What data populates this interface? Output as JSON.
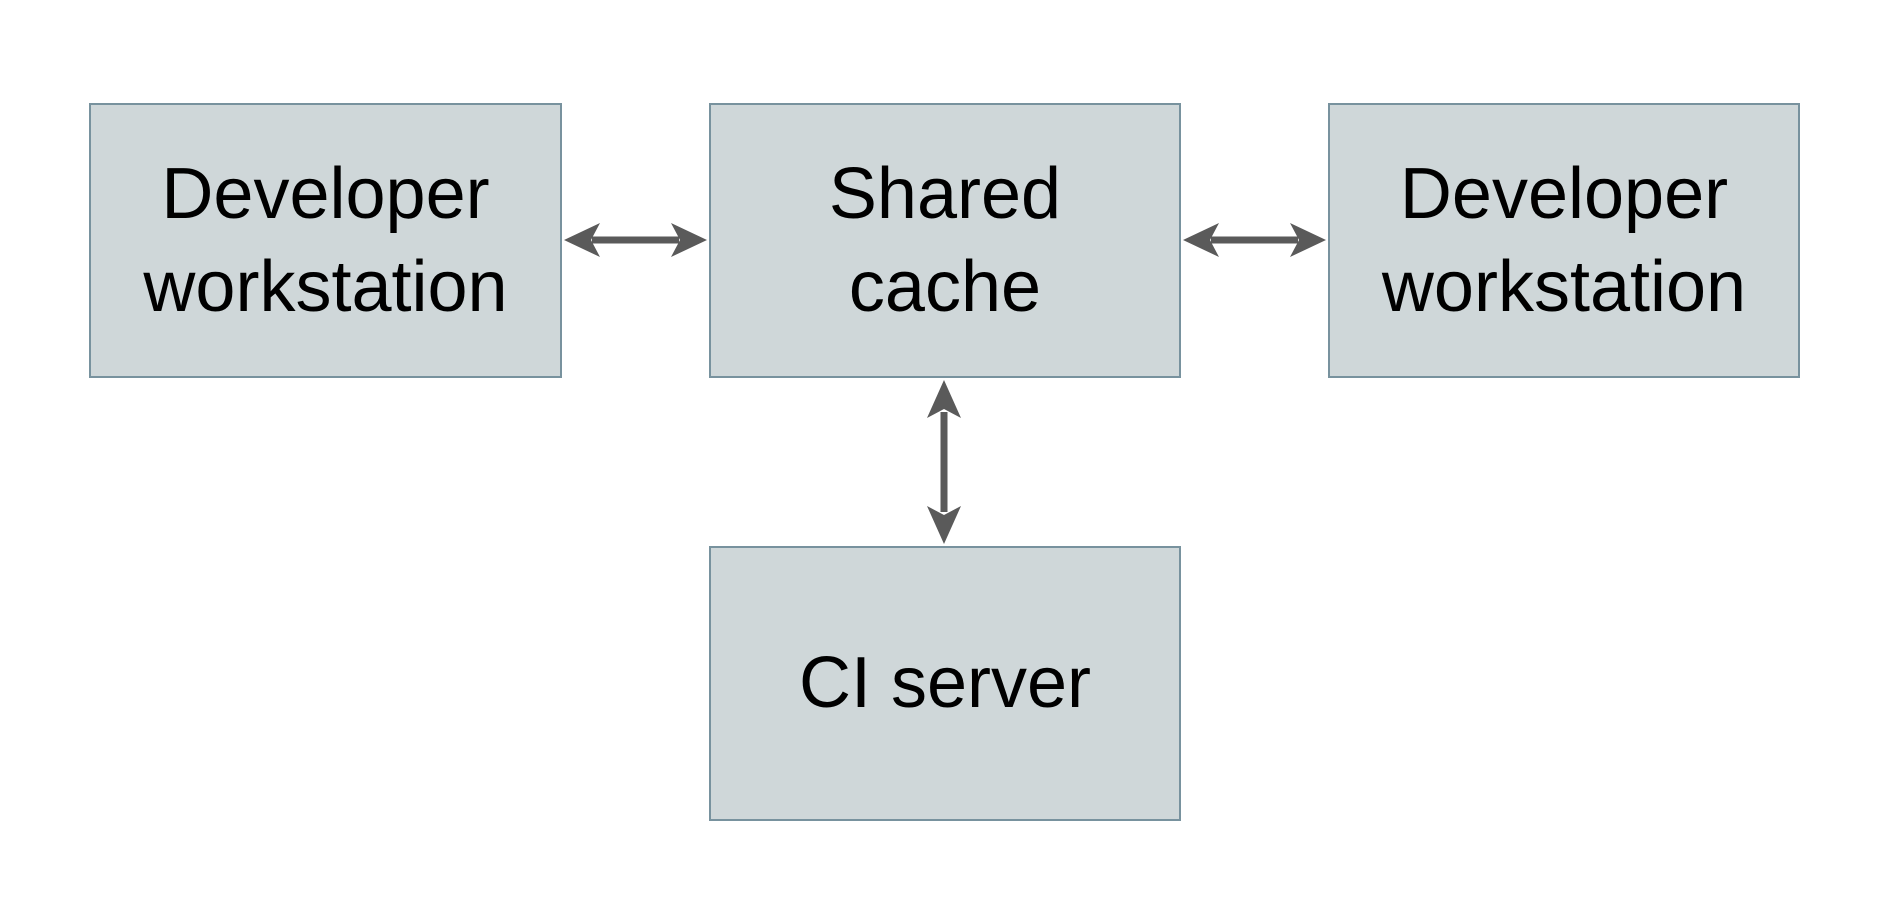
{
  "diagram": {
    "description": "Shared cache architecture diagram",
    "nodes": [
      {
        "id": "developer-workstation-left",
        "label": "Developer workstation",
        "lines": [
          "Developer",
          "workstation"
        ]
      },
      {
        "id": "shared-cache",
        "label": "Shared cache",
        "lines": [
          "Shared",
          "cache"
        ]
      },
      {
        "id": "developer-workstation-right",
        "label": "Developer workstation",
        "lines": [
          "Developer",
          "workstation"
        ]
      },
      {
        "id": "ci-server",
        "label": "CI server",
        "lines": [
          "CI server"
        ]
      }
    ],
    "edges": [
      {
        "from": "developer-workstation-left",
        "to": "shared-cache",
        "direction": "bidirectional",
        "orientation": "horizontal"
      },
      {
        "from": "shared-cache",
        "to": "developer-workstation-right",
        "direction": "bidirectional",
        "orientation": "horizontal"
      },
      {
        "from": "shared-cache",
        "to": "ci-server",
        "direction": "bidirectional",
        "orientation": "vertical"
      }
    ]
  },
  "colors": {
    "node_fill": "#cfd7d9",
    "node_border": "#78929e",
    "arrow_color": "#5a5a5a",
    "text_color": "#000000",
    "background": "#ffffff"
  }
}
